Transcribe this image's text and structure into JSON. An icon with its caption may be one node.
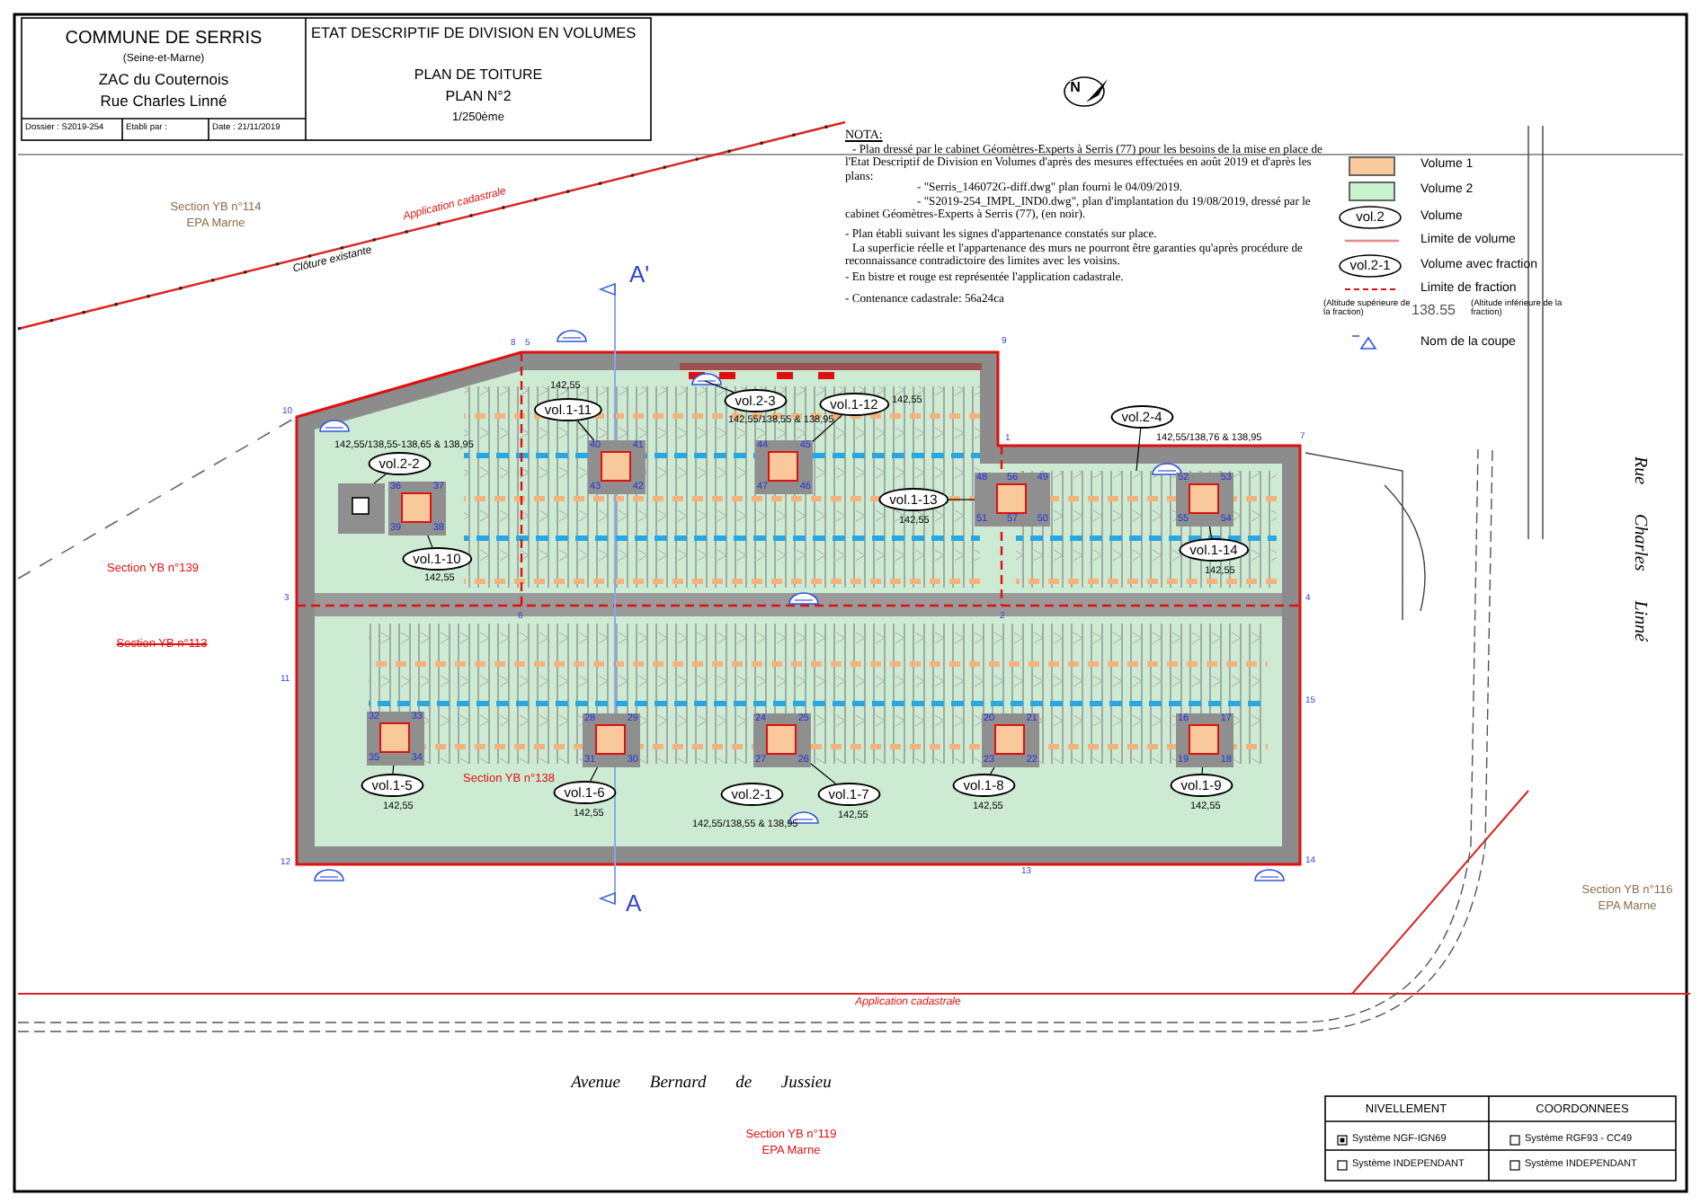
{
  "diagram": {
    "title": "ETAT DESCRIPTIF DE DIVISION EN VOLUMES",
    "nodes": [
      {
        "text": [
          "36",
          "37",
          "39",
          "38"
        ]
      },
      {
        "text": [
          "40",
          "41",
          "43",
          "42"
        ]
      },
      {
        "text": [
          "44",
          "45",
          "47",
          "46"
        ]
      },
      {
        "text": [
          "48",
          "56",
          "49",
          "51",
          "57",
          "50"
        ]
      },
      {
        "text": [
          "52",
          "53",
          "55",
          "54"
        ]
      },
      {
        "text": [
          "32",
          "33",
          "35",
          "34"
        ]
      },
      {
        "text": [
          "28",
          "29",
          "31",
          "30"
        ]
      },
      {
        "text": [
          "24",
          "25",
          "27",
          "26"
        ]
      },
      {
        "text": [
          "20",
          "21",
          "23",
          "22"
        ]
      },
      {
        "text": [
          "16",
          "17",
          "19",
          "18"
        ]
      },
      {
        "text": [
          "vol.2-2"
        ],
        "beside": [
          "142,55/138,55-138,65 & 138,95"
        ]
      },
      {
        "text": [
          "vol.1-10"
        ],
        "beside": [
          "142,55"
        ]
      },
      {
        "text": [
          "vol.1-11"
        ],
        "beside": [
          "142,55"
        ]
      },
      {
        "text": [
          "vol.2-3"
        ],
        "beside": [
          "142,55/138,55 & 138,95"
        ]
      },
      {
        "text": [
          "vol.1-12"
        ],
        "beside": [
          "142,55"
        ]
      },
      {
        "text": [
          "vol.1-13"
        ],
        "beside": [
          "142,55"
        ]
      },
      {
        "text": [
          "vol.2-4"
        ],
        "beside": [
          "142,55/138,76 & 138,95"
        ]
      },
      {
        "text": [
          "vol.1-14"
        ],
        "beside": [
          "142,55"
        ]
      },
      {
        "text": [
          "vol.1-5"
        ],
        "beside": [
          "142,55"
        ]
      },
      {
        "text": [
          "vol.1-6"
        ],
        "beside": [
          "142,55"
        ]
      },
      {
        "text": [
          "vol.2-1"
        ],
        "beside": [
          "142,55/138,55 & 138,95"
        ]
      },
      {
        "text": [
          "vol.1-7"
        ],
        "beside": [
          "142,55"
        ]
      },
      {
        "text": [
          "vol.1-8"
        ],
        "beside": [
          "142,55"
        ]
      },
      {
        "text": [
          "vol.1-9"
        ],
        "beside": [
          "142,55"
        ]
      }
    ],
    "edges": [
      {
        "from": 10,
        "to": null,
        "arrow": "none"
      },
      {
        "from": 11,
        "to": 0,
        "arrow": "none"
      },
      {
        "from": 12,
        "to": 1,
        "arrow": "none"
      },
      {
        "from": 13,
        "to": null,
        "arrow": "none"
      },
      {
        "from": 14,
        "to": 2,
        "arrow": "none"
      },
      {
        "from": 15,
        "to": 3,
        "arrow": "none"
      },
      {
        "from": 16,
        "to": null,
        "arrow": "none"
      },
      {
        "from": 17,
        "to": 4,
        "arrow": "none"
      },
      {
        "from": 18,
        "to": 5,
        "arrow": "none"
      },
      {
        "from": 19,
        "to": 6,
        "arrow": "none"
      },
      {
        "from": 21,
        "to": 7,
        "arrow": "none"
      },
      {
        "from": 22,
        "to": 8,
        "arrow": "none"
      },
      {
        "from": 23,
        "to": 9,
        "arrow": "none"
      }
    ],
    "labels": [
      "COMMUNE DE SERRIS",
      "(Seine-et-Marne)",
      "ZAC du Couternois",
      "Rue Charles Linné",
      "Dossier : S2019-254",
      "Etabli par :",
      "Date : 21/11/2019",
      "PLAN DE TOITURE",
      "PLAN N°2",
      "1/250ème",
      "N",
      "NOTA:",
      "- Plan dressé par le cabinet Géomètres-Experts à Serris (77) pour les besoins de la mise en place de l'Etat Descriptif de Division en Volumes d'après des mesures effectuées en août 2019 et d'après les plans:",
      "- \"Serris_146072G-diff.dwg\" plan fourni le 04/09/2019.",
      "- \"S2019-254_IMPL_IND0.dwg\", plan d'implantation du 19/08/2019, dressé par le cabinet Géomètres-Experts à Serris (77), (en noir).",
      "- Plan établi suivant les signes d'appartenance constatés sur place.",
      "La superficie réelle et l'appartenance des murs ne pourront être garanties qu'après procédure de reconnaissance contradictoire des limites avec les voisins.",
      "- En bistre et rouge est représentée l'application cadastrale.",
      "- Contenance cadastrale: 56a24ca",
      "vol.2",
      "vol.2-1",
      "(Altitude supérieure de la fraction)",
      "138.55",
      "(Altitude inférieure de la fraction)",
      "Section YB n°114",
      "EPA Marne",
      "Application cadastrale",
      "Clôture existante",
      "A'",
      "8",
      "5",
      "10",
      "9",
      "1",
      "7",
      "3",
      "6",
      "2",
      "4",
      "11",
      "15",
      "12",
      "13",
      "14",
      "Section YB n°139",
      "Section YB n°113",
      "Section YB n°138",
      "Rue Charles Linné",
      "A",
      "Section YB n°116",
      "EPA Marne",
      "Application cadastrale",
      "Avenue Bernard de Jussieu",
      "Section YB n°119",
      "EPA Marne",
      "NIVELLEMENT",
      "COORDONNEES",
      "Système NGF-IGN69",
      "Système RGF93 - CC49",
      "Système INDEPENDANT",
      "Système INDEPENDANT"
    ],
    "legend": [
      {
        "text": "Volume 1",
        "color": "#f9c99b"
      },
      {
        "text": "Volume 2",
        "color": "#c8f2cc"
      },
      {
        "text": "Volume"
      },
      {
        "text": "Limite de volume"
      },
      {
        "text": "Volume avec fraction"
      },
      {
        "text": "Limite de fraction"
      },
      {
        "text": "Nom de la coupe"
      }
    ]
  }
}
